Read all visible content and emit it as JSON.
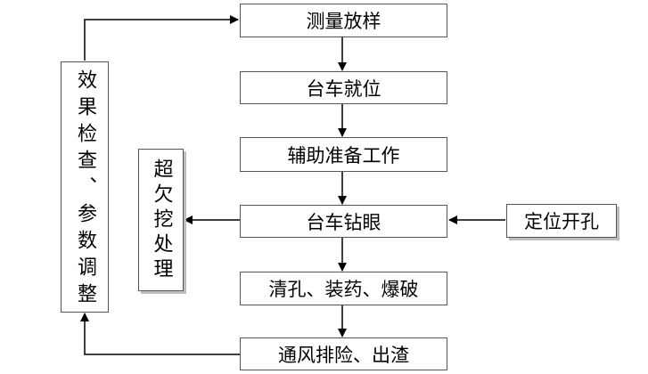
{
  "steps": [
    "测量放样",
    "台车就位",
    "辅助准备工作",
    "台车钻眼",
    "清孔、装药、爆破",
    "通风排险、出渣"
  ],
  "side_input": "定位开孔",
  "left_feedback": "效果检查、参数调整",
  "overbreak": "超欠挖处理"
}
